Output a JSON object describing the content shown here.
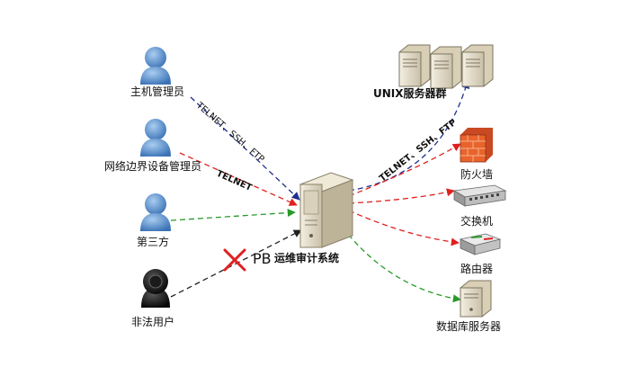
{
  "users": {
    "host_admin": "主机管理员",
    "network_admin": "网络边界设备管理员",
    "third_party": "第三方",
    "illegal_user": "非法用户"
  },
  "audit_system": {
    "prefix": "PB",
    "name": "运维审计系统"
  },
  "protocols": {
    "left_top": "TELNET、SSH、FTP",
    "left_mid": "TELNET",
    "right_top": "TELNET、SSH、FTP"
  },
  "targets": {
    "unix_cluster": "UNIX服务器群",
    "firewall": "防火墙",
    "switch": "交换机",
    "router": "路由器",
    "db_server": "数据库服务器"
  },
  "colors": {
    "blue": "#1f2f8f",
    "red": "#e02020",
    "green": "#2a9a2a",
    "black": "#222222",
    "person": "#4a84c4"
  }
}
